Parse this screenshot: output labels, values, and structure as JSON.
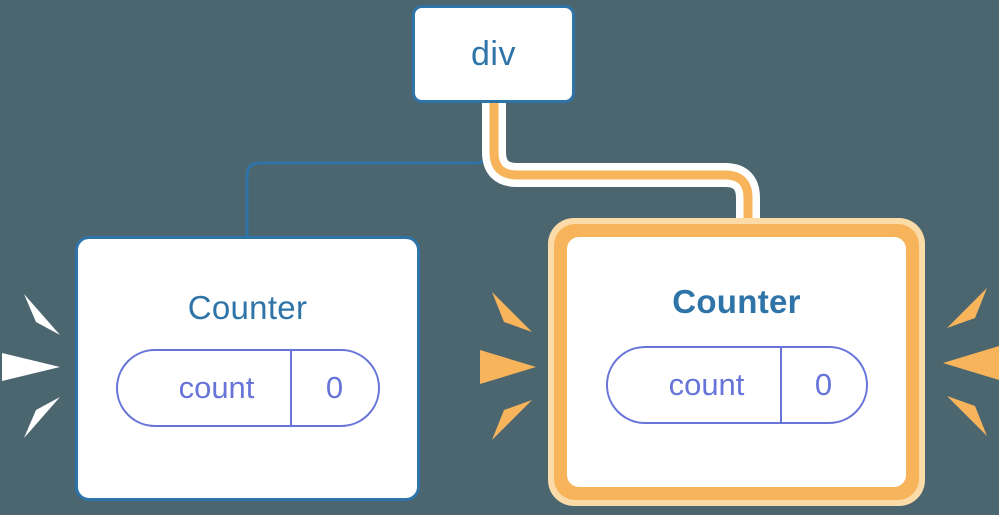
{
  "diagram": {
    "type": "component-tree",
    "background_color": "#4c6670",
    "root": {
      "label": "div",
      "border_color": "#2e74a8",
      "text_color": "#2e74a8"
    },
    "children": [
      {
        "id": "counter-left",
        "title": "Counter",
        "highlighted": false,
        "border_color": "#2e74a8",
        "title_color": "#2e74a8",
        "sparkle_color": "#ffffff",
        "state": {
          "key": "count",
          "value": "0",
          "pill_color": "#6875d8"
        }
      },
      {
        "id": "counter-right",
        "title": "Counter",
        "highlighted": true,
        "border_color": "#f7b45a",
        "halo_color": "#fbdca8",
        "title_color": "#2e74a8",
        "sparkle_color": "#f7b45a",
        "state": {
          "key": "count",
          "value": "0",
          "pill_color": "#6875d8"
        }
      }
    ],
    "connectors": [
      {
        "id": "edge-div-to-counter-left",
        "from": "div",
        "to": "counter-left",
        "color": "#2e74a8",
        "style": "thin",
        "highlighted": false
      },
      {
        "id": "edge-div-to-counter-right",
        "from": "div",
        "to": "counter-right",
        "color": "#f7b45a",
        "halo_color": "#ffffff",
        "style": "thick-halo",
        "highlighted": true
      }
    ]
  }
}
